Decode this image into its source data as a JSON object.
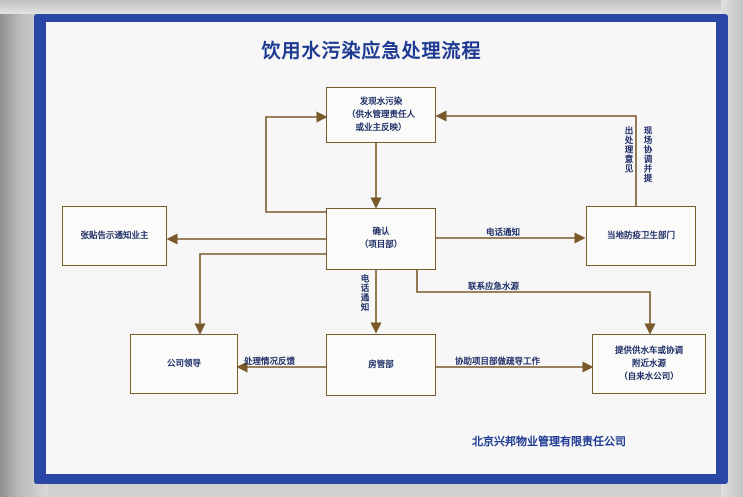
{
  "title": "饮用水污染应急处理流程",
  "nodes": {
    "discover": [
      "发现水污染",
      "（供水管理责任人",
      "或业主反映）"
    ],
    "confirm": [
      "确认",
      "（项目部）"
    ],
    "notice": [
      "张贴告示通知业主"
    ],
    "health": [
      "当地防疫卫生部门"
    ],
    "leader": [
      "公司领导"
    ],
    "housing": [
      "房管部"
    ],
    "supply": [
      "提供供水车或协调",
      "附近水源",
      "（自来水公司）"
    ]
  },
  "edge_labels": {
    "phone_notice": "电话通知",
    "contact_water": "联系应急水源",
    "phone_notice_vertical": "电话通知",
    "feedback": "处理情况反馈",
    "assist": "协助项目部做疏导工作",
    "opinion": "出处理意见",
    "coordinate": "现场协调并提"
  },
  "footer": "北京兴邦物业管理有限责任公司",
  "colors": {
    "board_frame": "#2a47a6",
    "line": "#7a5a2a",
    "text": "#1d2d66",
    "title": "#1e3a93"
  }
}
